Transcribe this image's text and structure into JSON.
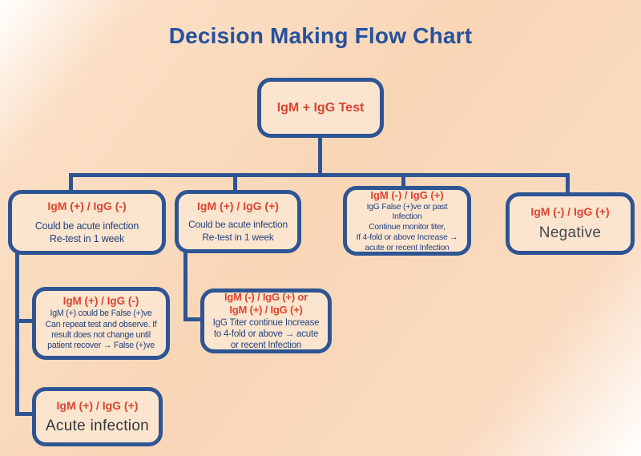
{
  "page": {
    "title": "Decision Making Flow Chart"
  },
  "colors": {
    "title-blue": "#26519e",
    "border-navy": "#2e5593",
    "red-text": "#dd4430",
    "navy-text": "#24427f",
    "dark-text": "#444852",
    "darker-text": "#34373e",
    "box-fill": "#fce5ce",
    "background-peach": "#f8d6b6"
  },
  "nodes": {
    "root": {
      "header": "IgM + IgG Test"
    },
    "branch1": {
      "header": "IgM (+) / IgG (-)",
      "body": "Could be acute infection\nRe-test in 1 week"
    },
    "branch2": {
      "header": "IgM (+) / IgG (+)",
      "body": "Could be acute infection\nRe-test in 1 week"
    },
    "branch3": {
      "header": "IgM (-) / IgG (+)",
      "body": "IgG False (+)ve or past\nInfection\nContinue monitor titer,\nIf 4-fold or above Increase →\nacute or recent Infection"
    },
    "branch4": {
      "header": "IgM (-) / IgG (+)",
      "body": "Negative"
    },
    "branch1_child1": {
      "header": "IgM (+) / IgG (-)",
      "body": "IgM (+) could be False (+)ve\nCan repeat test and observe. If\nresult does not change until\npatient recover → False (+)ve"
    },
    "branch1_child2": {
      "header": "IgM (+) / IgG (+)",
      "body": "Acute infection"
    },
    "branch2_child1": {
      "header": "IgM (-) / IgG (+) or\nIgM (+) / IgG (+)",
      "body": "IgG Titer continue Increase\nto 4-fold or above → acute\nor recent Infection"
    }
  }
}
